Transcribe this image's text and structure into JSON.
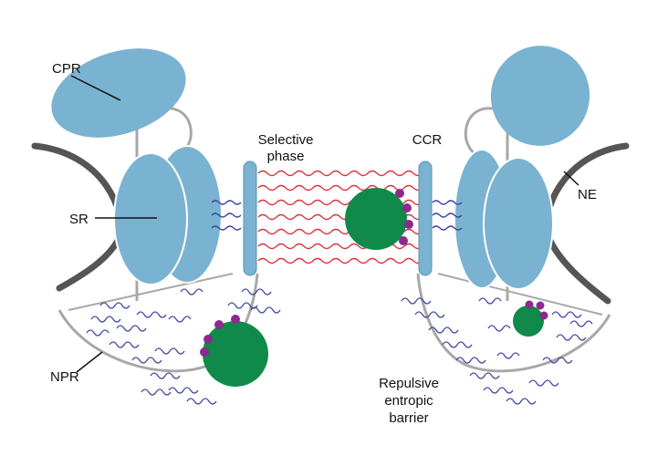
{
  "labels": {
    "cpr": "CPR",
    "sr": "SR",
    "npr": "NPR",
    "selective_line1": "Selective",
    "selective_line2": "phase",
    "ccr": "CCR",
    "ne": "NE",
    "repulsive_line1": "Repulsive",
    "repulsive_line2": "entropic",
    "repulsive_line3": "barrier"
  },
  "colors": {
    "blue_ring": "#7ab3d1",
    "nuclear_envelope": "#555555",
    "cargo": "#0f8a4a",
    "transport_receptor": "#8a2b8d",
    "selective_fg": "#d9343c",
    "repulsive_fg": "#3d47a0",
    "outline": "#a8a8a8"
  }
}
